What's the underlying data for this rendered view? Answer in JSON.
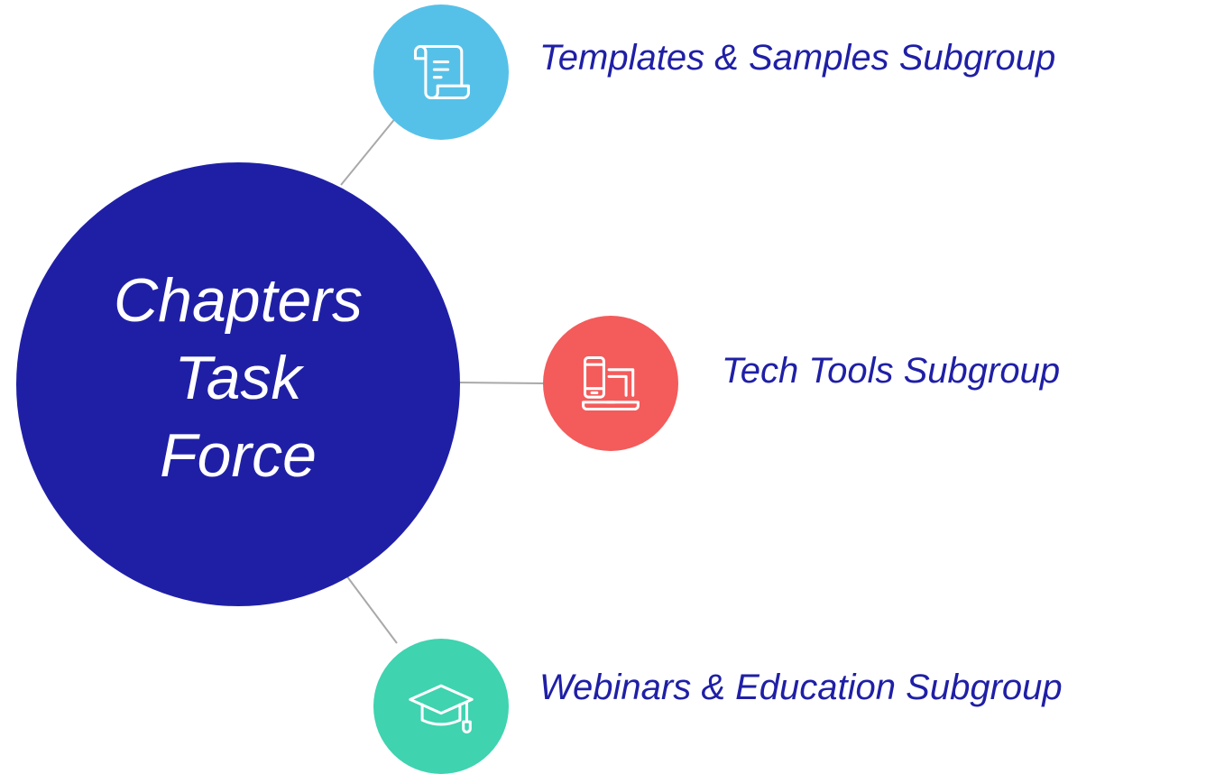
{
  "main_topic": {
    "line1": "Chapters",
    "line2": "Task",
    "line3": "Force",
    "color": "#1f1fa6"
  },
  "subgroups": [
    {
      "label": "Templates & Samples Subgroup",
      "icon": "scroll-icon",
      "color": "#56c1e8"
    },
    {
      "label": "Tech Tools Subgroup",
      "icon": "devices-icon",
      "color": "#f45b5b"
    },
    {
      "label": "Webinars & Education Subgroup",
      "icon": "graduation-cap-icon",
      "color": "#3fd3b0"
    }
  ],
  "colors": {
    "label_text": "#1f1fa6",
    "connector": "#a9a9a9"
  }
}
